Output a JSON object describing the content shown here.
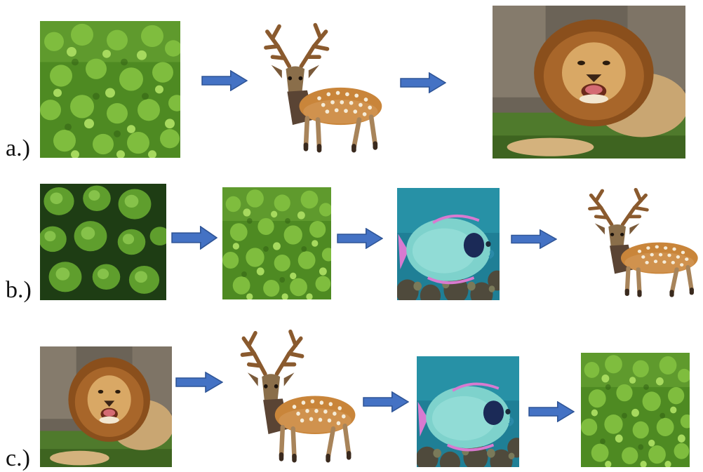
{
  "rows": [
    {
      "label": "a.)",
      "chain": [
        "grass",
        "deer",
        "lion"
      ]
    },
    {
      "label": "b.)",
      "chain": [
        "aquatic-plants",
        "grass",
        "parrotfish",
        "deer"
      ]
    },
    {
      "label": "c.)",
      "chain": [
        "lion",
        "deer",
        "parrotfish",
        "grass"
      ]
    }
  ],
  "colors": {
    "arrow": "#4472C4",
    "arrow_stroke": "#2F5597"
  }
}
